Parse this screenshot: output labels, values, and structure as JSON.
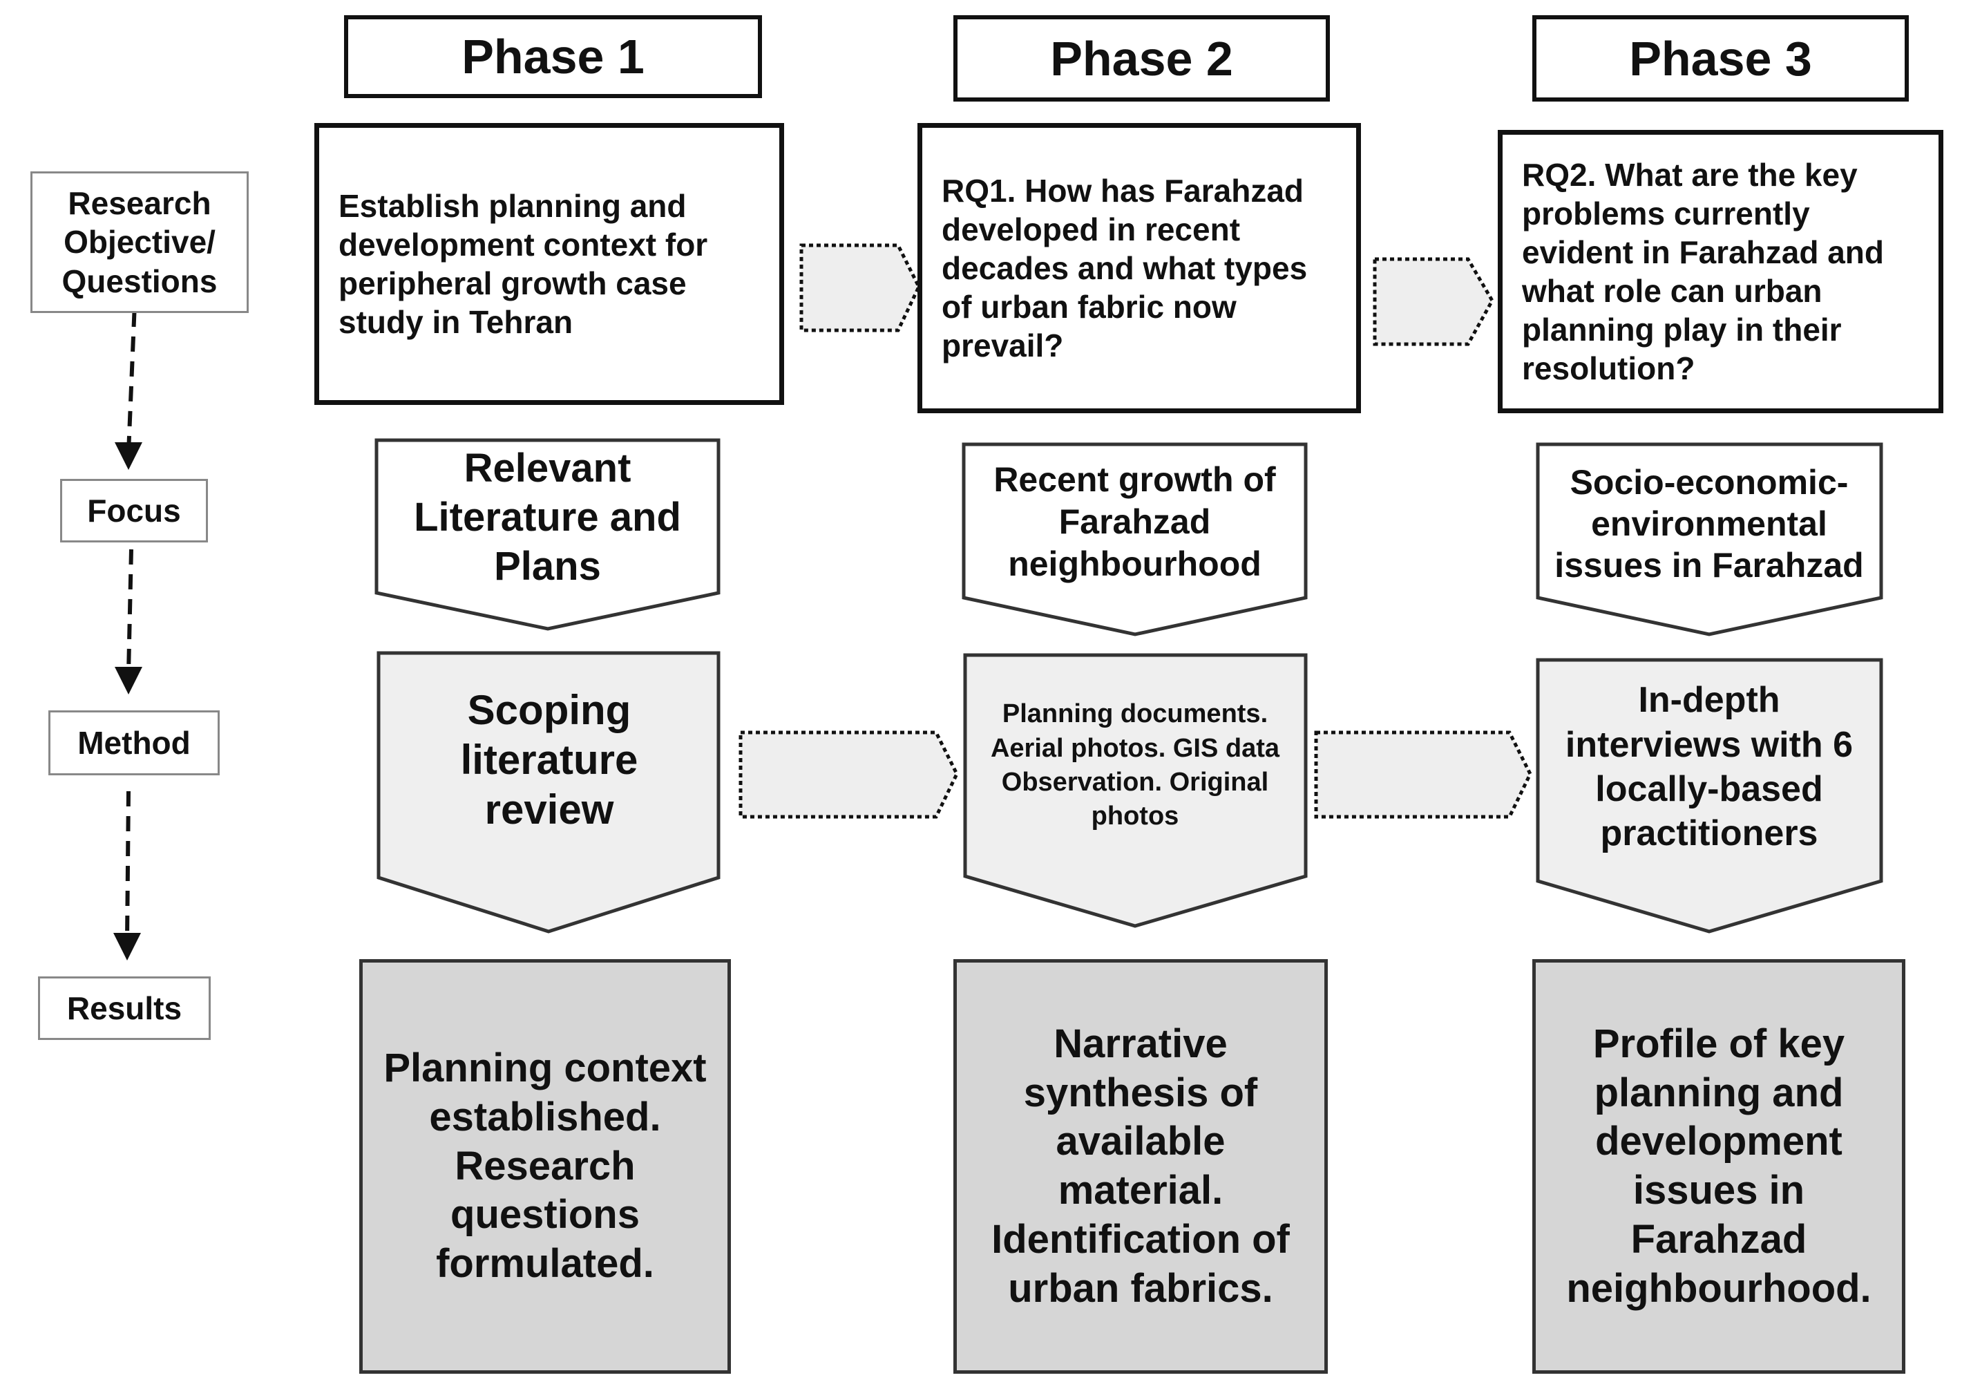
{
  "phases": [
    {
      "title": "Phase 1"
    },
    {
      "title": "Phase 2"
    },
    {
      "title": "Phase 3"
    }
  ],
  "row_labels": {
    "objective": "Research Objective/ Questions",
    "focus": "Focus",
    "method": "Method",
    "results": "Results"
  },
  "objectives": [
    "Establish planning and development context for peripheral growth case study in Tehran",
    "RQ1. How has Farahzad developed in recent decades and what types of urban fabric now prevail?",
    "RQ2. What are the key problems currently evident in Farahzad and what role can urban planning play in their resolution?"
  ],
  "focus": [
    "Relevant Literature and Plans",
    "Recent growth of Farahzad neighbourhood",
    "Socio-economic-environmental issues in Farahzad"
  ],
  "methods": [
    "Scoping literature review",
    "Planning documents. Aerial photos. GIS data Observation. Original photos",
    "In-depth interviews with 6 locally-based practitioners"
  ],
  "results": [
    "Planning context established. Research questions formulated.",
    "Narrative synthesis of available material. Identification of urban fabrics.",
    "Profile of key planning and development issues in Farahzad neighbourhood."
  ],
  "colors": {
    "outline": "#111111",
    "method_fill": "#efefef",
    "result_fill": "#d6d6d6",
    "connector_fill": "#eeeeee"
  }
}
